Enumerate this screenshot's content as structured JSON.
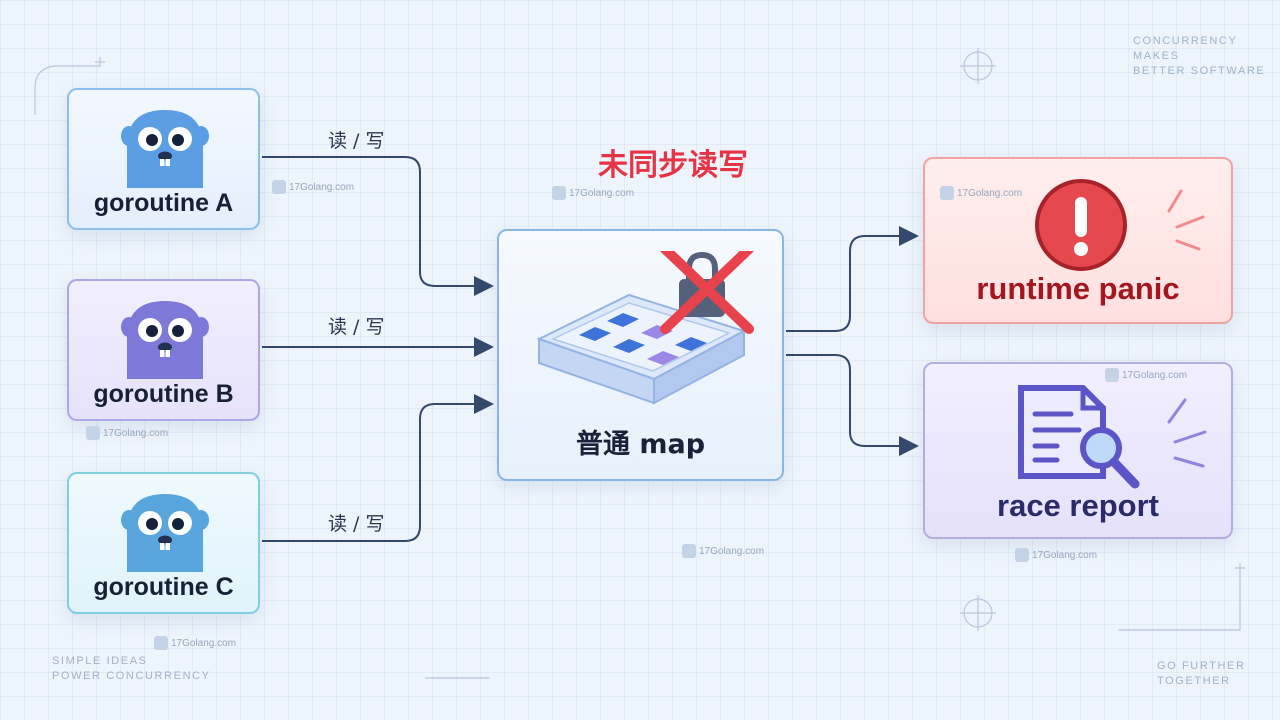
{
  "goroutines": [
    {
      "label": "goroutine A",
      "color": "#5b9ee4"
    },
    {
      "label": "goroutine B",
      "color": "#7d79d8"
    },
    {
      "label": "goroutine C",
      "color": "#58a6dd"
    }
  ],
  "edge_label": "读 / 写",
  "warning_text": "未同步读写",
  "map_label": "普通 map",
  "outcomes": {
    "panic": {
      "label": "runtime panic",
      "color": "#e5484d",
      "icon": "exclamation-icon"
    },
    "race": {
      "label": "race report",
      "color": "#5b55c7",
      "icon": "document-search-icon"
    }
  },
  "watermark": "17Golang.com",
  "corners": {
    "top_right": [
      "CONCURRENCY",
      "MAKES",
      "BETTER SOFTWARE"
    ],
    "bottom_left": [
      "SIMPLE IDEAS",
      "POWER CONCURRENCY"
    ],
    "bottom_right": [
      "GO FURTHER",
      "TOGETHER"
    ]
  },
  "colors": {
    "connector": "#34496b",
    "warning": "#e53446",
    "cross": "#e8434d"
  }
}
